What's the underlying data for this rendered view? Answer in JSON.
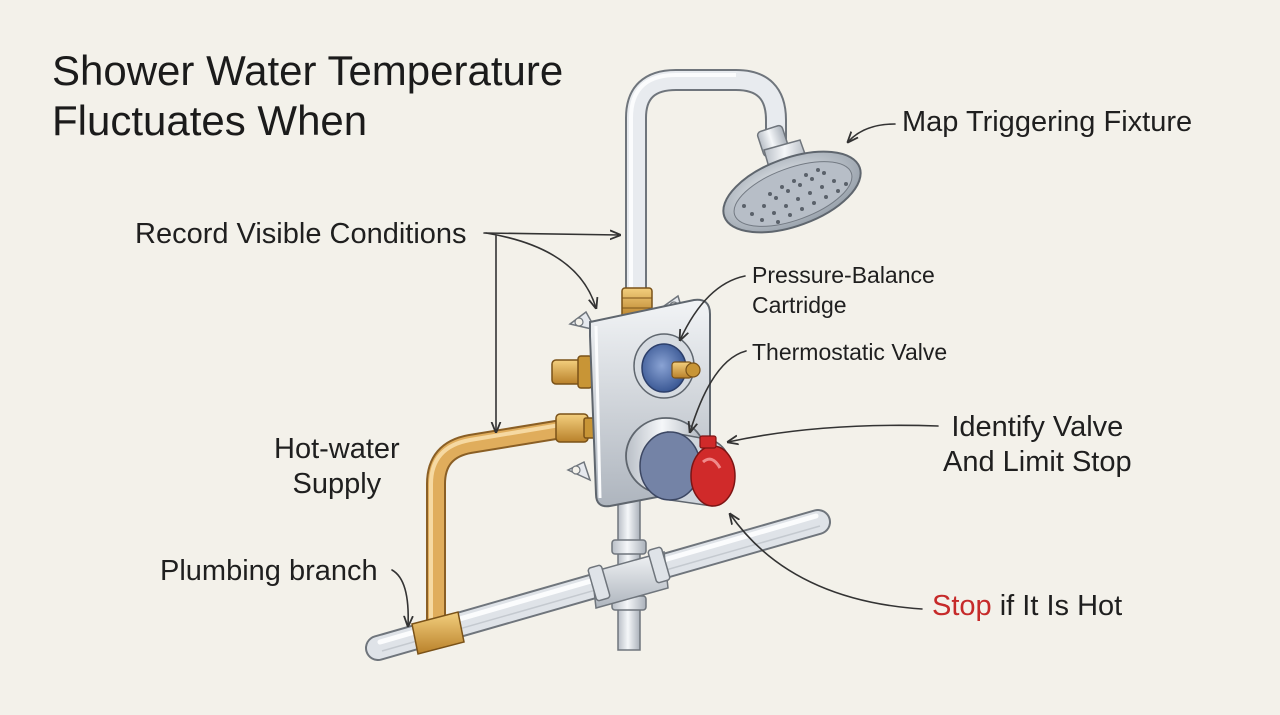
{
  "title": {
    "line1": "Shower Water Temperature",
    "line2": "Fluctuates When"
  },
  "labels": {
    "map_fixture": "Map Triggering Fixture",
    "record_conditions": "Record Visible Conditions",
    "cartridge_line1": "Pressure-Balance",
    "cartridge_line2": "Cartridge",
    "thermostatic": "Thermostatic Valve",
    "identify_line1": "Identify Valve",
    "identify_line2": "And Limit Stop",
    "hot_line1": "Hot-water",
    "hot_line2": "Supply",
    "branch": "Plumbing branch",
    "stop_emphasis": "Stop",
    "stop_rest": " if It Is Hot"
  },
  "colors": {
    "background": "#f3f1ea",
    "text": "#1f1f1f",
    "stop_emphasis": "#c62a2a",
    "copper_pipe": "#e0ad5c",
    "brass": "#d9a23c",
    "chrome": "#e4e8ee",
    "cartridge_blue": "#4a6aa8",
    "limit_stop_red": "#d02a2a"
  }
}
